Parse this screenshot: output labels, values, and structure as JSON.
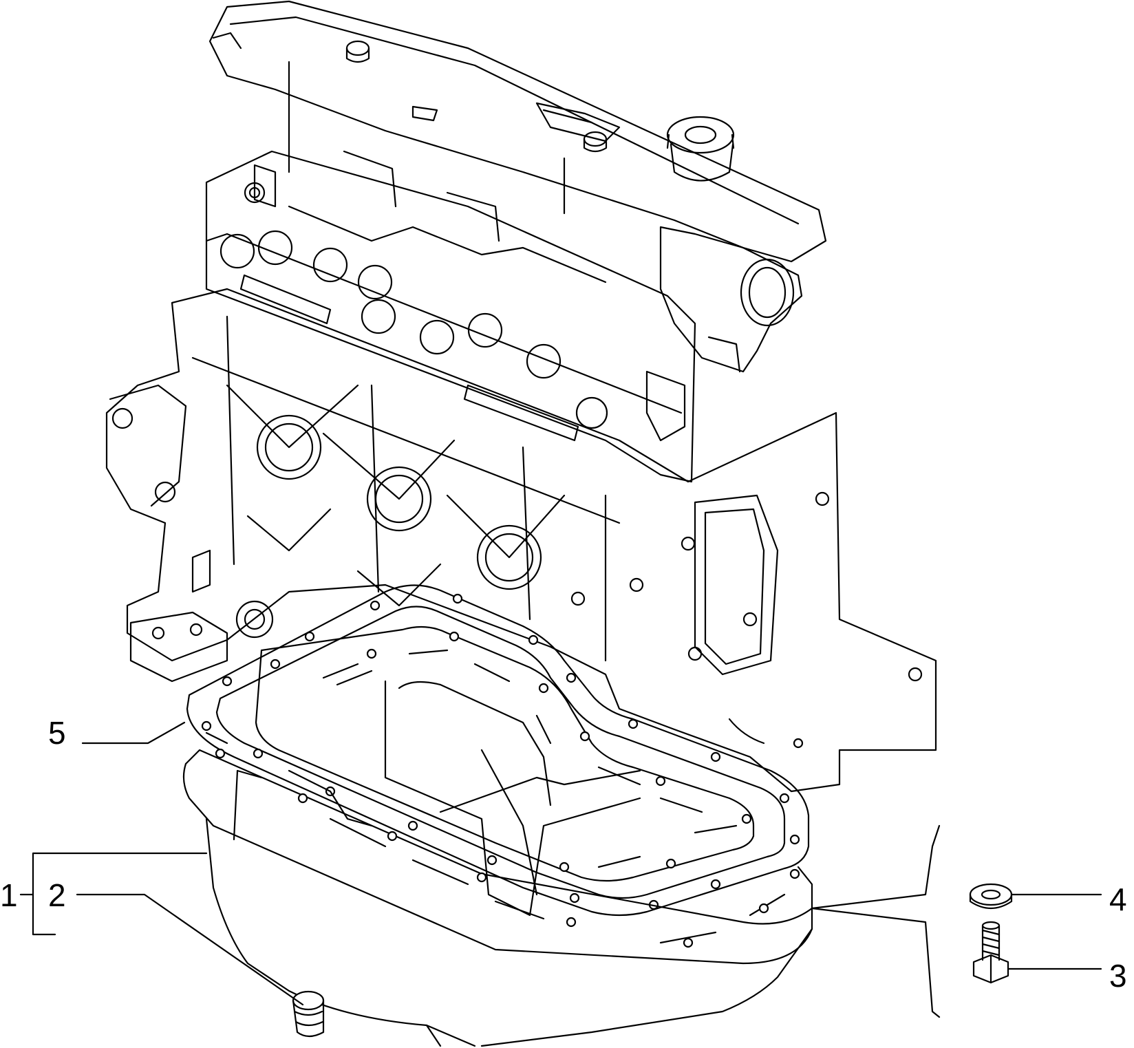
{
  "callouts": [
    {
      "number": "1"
    },
    {
      "number": "2"
    },
    {
      "number": "3"
    },
    {
      "number": "4"
    },
    {
      "number": "5"
    }
  ],
  "colors": {
    "ink": "#000000",
    "paper": "#ffffff"
  }
}
